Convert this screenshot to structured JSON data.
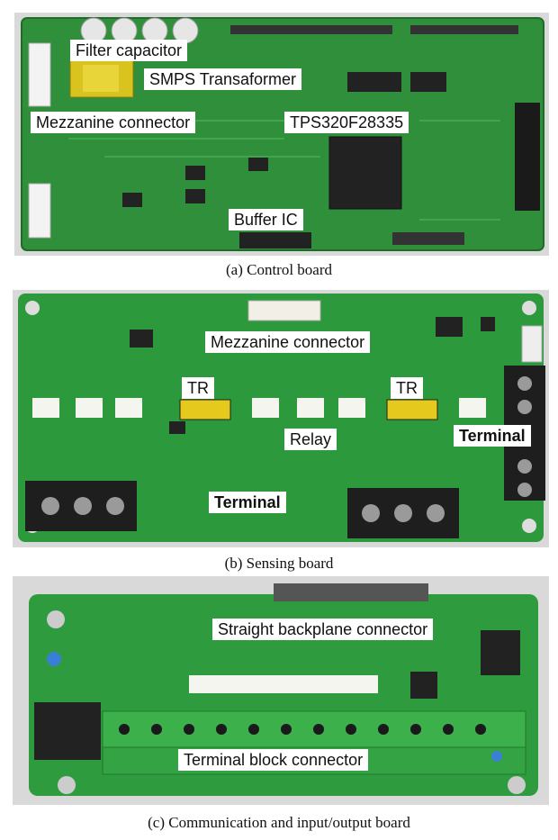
{
  "figure": {
    "panels": [
      {
        "caption": "(a)  Control  board",
        "board_color": "#2f8f3a",
        "labels": [
          {
            "text": "Filter capacitor",
            "bold": false
          },
          {
            "text": "SMPS Transaformer",
            "bold": false
          },
          {
            "text": "Mezzanine connector",
            "bold": false
          },
          {
            "text": "TPS320F28335",
            "bold": false
          },
          {
            "text": "Buffer IC",
            "bold": false
          }
        ]
      },
      {
        "caption": "(b)  Sensing  board",
        "board_color": "#2c9a3c",
        "labels": [
          {
            "text": "Mezzanine connector",
            "bold": false
          },
          {
            "text": "TR",
            "bold": false
          },
          {
            "text": "TR",
            "bold": false
          },
          {
            "text": "Relay",
            "bold": false
          },
          {
            "text": "Terminal",
            "bold": true
          },
          {
            "text": "Terminal",
            "bold": true
          }
        ]
      },
      {
        "caption": "(c)  Communication  and  input/output  board",
        "board_color": "#2e9b3e",
        "labels": [
          {
            "text": "Straight backplane connector",
            "bold": false
          },
          {
            "text": "Terminal block connector",
            "bold": false
          }
        ]
      }
    ]
  }
}
